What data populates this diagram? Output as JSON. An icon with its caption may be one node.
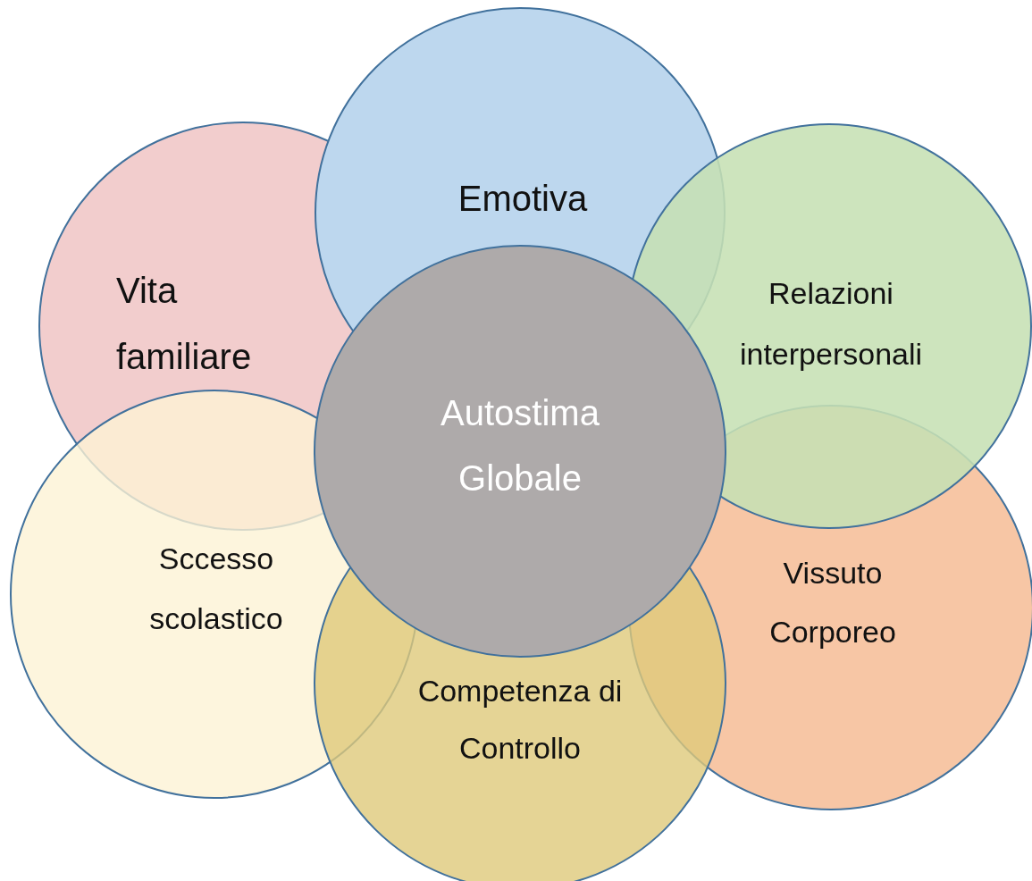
{
  "diagram": {
    "nodes": [
      {
        "text": [
          "Emotiva"
        ]
      },
      {
        "text": [
          "Vita familiare"
        ]
      },
      {
        "text": [
          "Relazioni interpersonali"
        ]
      },
      {
        "text": [
          "Autostima Globale"
        ]
      },
      {
        "text": [
          "Sccesso scolastico"
        ]
      },
      {
        "text": [
          "Vissuto Corporeo"
        ]
      },
      {
        "text": [
          "Competenza di Controllo"
        ]
      }
    ]
  }
}
